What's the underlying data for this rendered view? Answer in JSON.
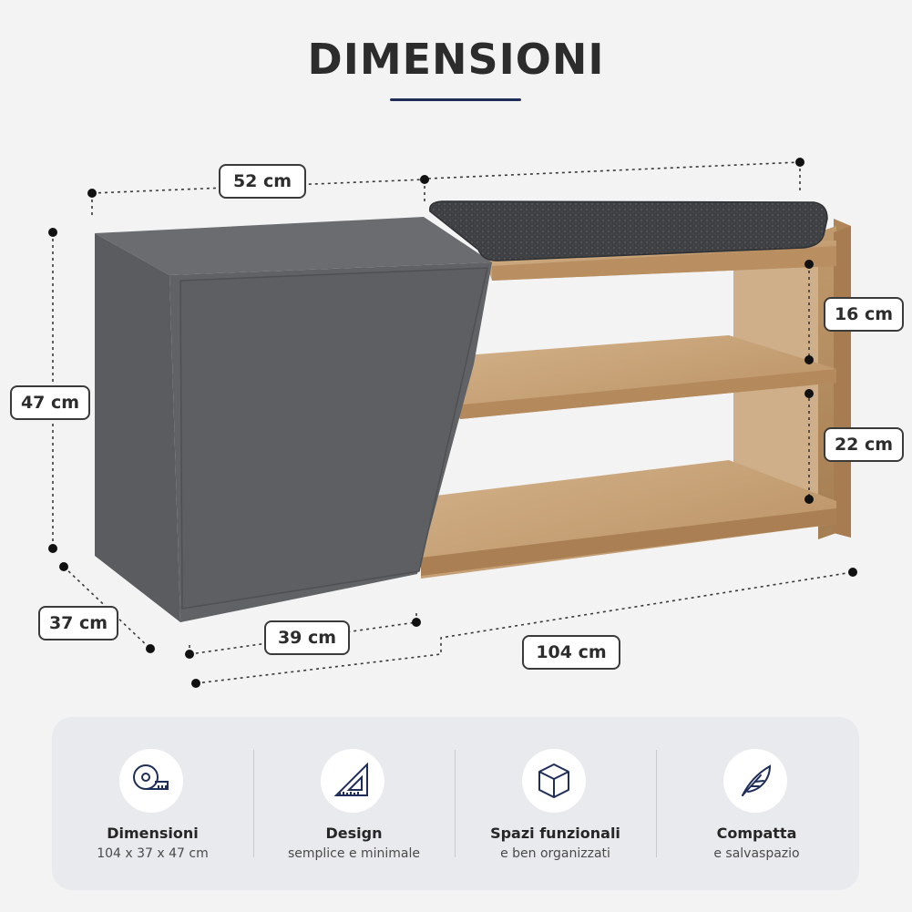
{
  "title": "DIMENSIONI",
  "dimensions": {
    "top_width": "52 cm",
    "height": "47 cm",
    "depth": "37 cm",
    "cabinet_width": "39 cm",
    "total_width": "104 cm",
    "shelf_upper": "16 cm",
    "shelf_lower": "22 cm"
  },
  "features": [
    {
      "icon": "measuring-tape-icon",
      "title": "Dimensioni",
      "subtitle": "104 x 37 x 47 cm"
    },
    {
      "icon": "set-square-icon",
      "title": "Design",
      "subtitle": "semplice e minimale"
    },
    {
      "icon": "box-icon",
      "title": "Spazi funzionali",
      "subtitle": "e ben organizzati"
    },
    {
      "icon": "feather-icon",
      "title": "Compatta",
      "subtitle": "e salvaspazio"
    }
  ],
  "colors": {
    "cabinet": "#5d5f62",
    "wood": "#c9a47a",
    "cushion": "#3f4044",
    "accent": "#1f2d59"
  }
}
